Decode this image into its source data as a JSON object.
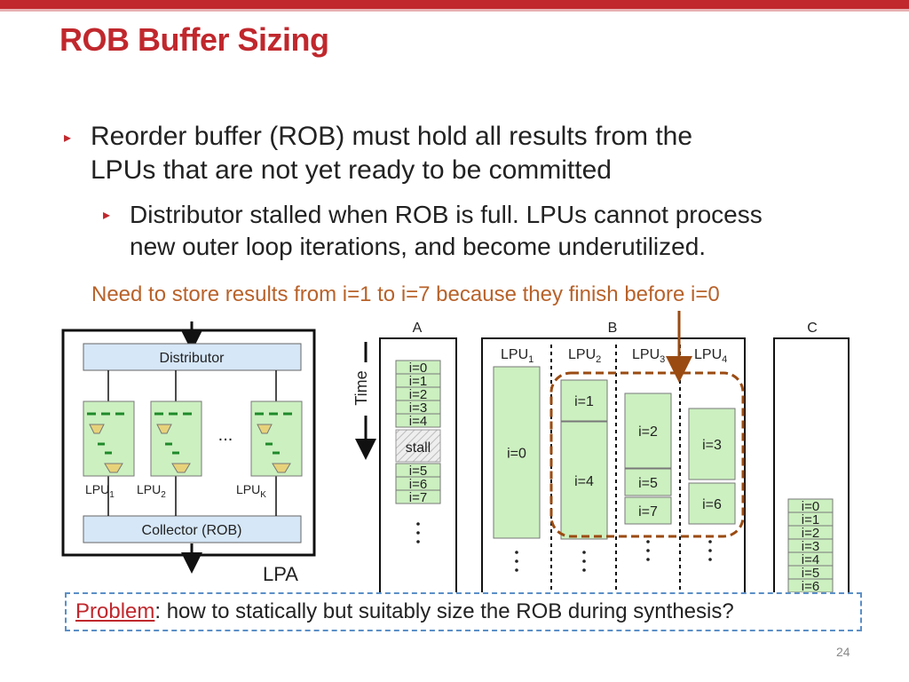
{
  "slide": {
    "title": "ROB Buffer Sizing",
    "bullet1_line1": "Reorder buffer (ROB) must hold all results from the",
    "bullet1_line2": "LPUs that are not yet ready to be committed",
    "bullet2_line1": "Distributor stalled when ROB is full. LPUs cannot process",
    "bullet2_line2": "new outer loop iterations, and become underutilized.",
    "note": "Need to store results from i=1 to i=7 because they finish before i=0",
    "problem_word": "Problem",
    "problem_text": ": how to statically but suitably size the ROB during synthesis?",
    "page_number": "24"
  },
  "lpa": {
    "distributor": "Distributor",
    "collector": "Collector (ROB)",
    "dots": "...",
    "lpu_label": "LPU",
    "sub1": "1",
    "sub2": "2",
    "subk": "K",
    "caption": "LPA"
  },
  "timeline": {
    "col_a": "A",
    "col_b": "B",
    "col_c": "C",
    "time_label": "Time",
    "a_items": [
      "i=0",
      "i=1",
      "i=2",
      "i=3",
      "i=4"
    ],
    "stall": "stall",
    "a_items2": [
      "i=5",
      "i=6",
      "i=7"
    ],
    "lpu_heads": [
      {
        "base": "LPU",
        "sub": "1"
      },
      {
        "base": "LPU",
        "sub": "2"
      },
      {
        "base": "LPU",
        "sub": "3"
      },
      {
        "base": "LPU",
        "sub": "4"
      }
    ],
    "b_lpu1": [
      "i=0"
    ],
    "b_lpu2": [
      "i=1",
      "i=4"
    ],
    "b_lpu3": [
      "i=2",
      "i=5",
      "i=7"
    ],
    "b_lpu4": [
      "i=3",
      "i=6"
    ],
    "c_items": [
      "i=0",
      "i=1",
      "i=2",
      "i=3",
      "i=4",
      "i=5",
      "i=6"
    ]
  },
  "colors": {
    "accent": "#c0282d",
    "note": "#b8622a",
    "box_green": "#ccf0c0",
    "box_blue": "#d6e7f7",
    "dashed_blue": "#5b8fc7",
    "highlight_brown": "#9a4b12"
  }
}
